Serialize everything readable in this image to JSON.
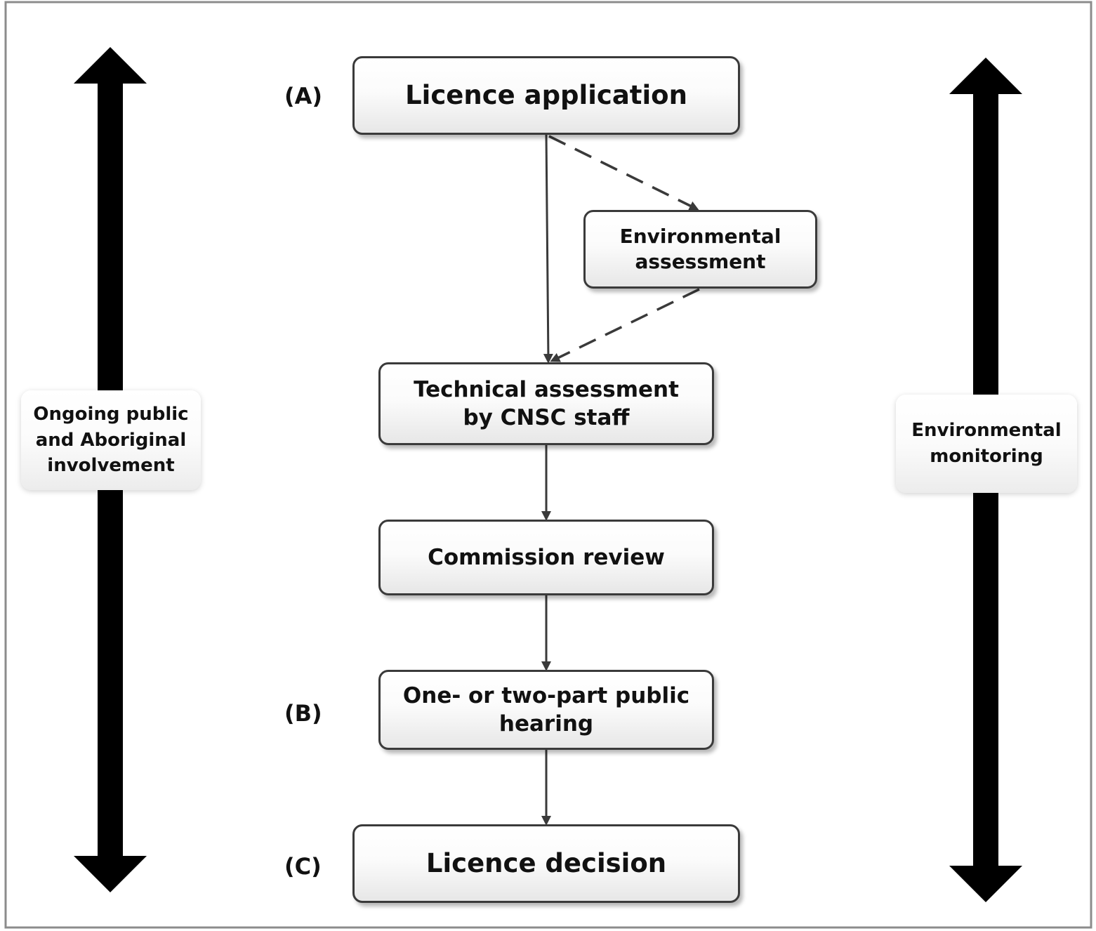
{
  "nodes": {
    "licence_application": "Licence application",
    "environmental_assessment": "Environmental assessment",
    "technical_assessment": "Technical assessment by CNSC staff",
    "commission_review": "Commission review",
    "public_hearing": "One- or two-part public hearing",
    "licence_decision": "Licence decision"
  },
  "markers": {
    "a": "(A)",
    "b": "(B)",
    "c": "(C)"
  },
  "side_labels": {
    "left": "Ongoing public and Aboriginal involvement",
    "right": "Environmental monitoring"
  },
  "edges": [
    {
      "from": "licence_application",
      "to": "technical_assessment",
      "style": "solid"
    },
    {
      "from": "licence_application",
      "to": "environmental_assessment",
      "style": "dashed"
    },
    {
      "from": "environmental_assessment",
      "to": "technical_assessment",
      "style": "dashed"
    },
    {
      "from": "technical_assessment",
      "to": "commission_review",
      "style": "solid"
    },
    {
      "from": "commission_review",
      "to": "public_hearing",
      "style": "solid"
    },
    {
      "from": "public_hearing",
      "to": "licence_decision",
      "style": "solid"
    }
  ],
  "colors": {
    "border": "#3a3a3a",
    "arrow": "#3a3a3a",
    "thick_arrow": "#000000",
    "frame": "#8c8c8c"
  }
}
